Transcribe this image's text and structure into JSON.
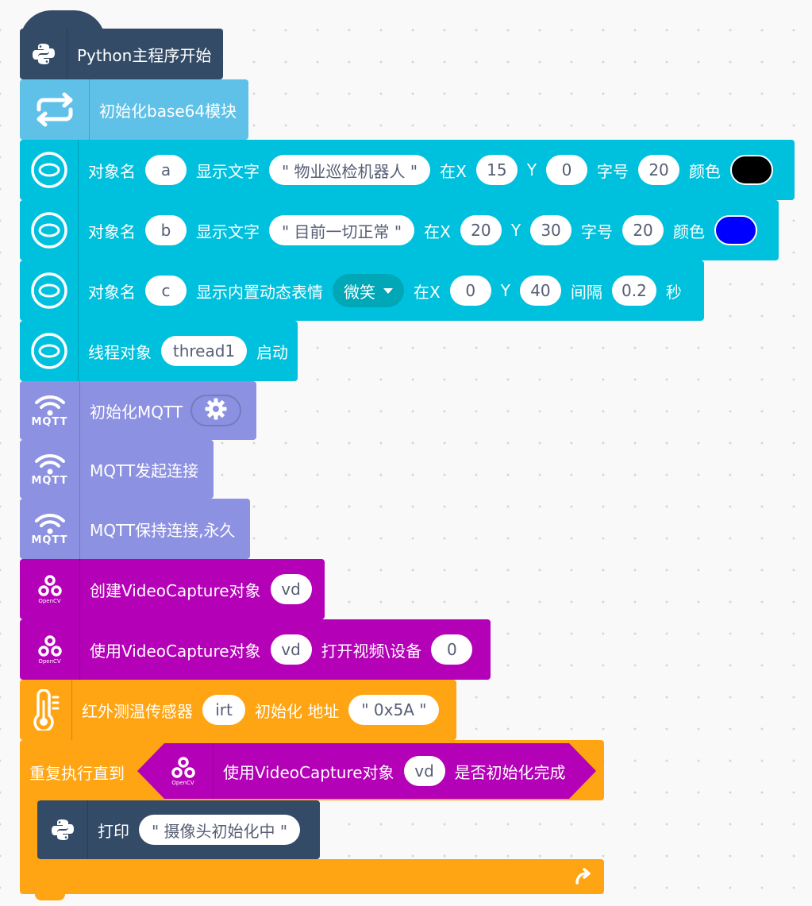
{
  "colors": {
    "python": "#334b66",
    "loop": "#5fc1e8",
    "display": "#00c1dd",
    "mqtt": "#8d91e1",
    "opencv": "#b400b6",
    "sensor": "#ffa412",
    "swatch_a": "#000000",
    "swatch_b": "#0000ff"
  },
  "blocks": {
    "start": {
      "label": "Python主程序开始"
    },
    "base64": {
      "label": "初始化base64模块"
    },
    "text_a": {
      "obj_label": "对象名",
      "obj": "a",
      "show_label": "显示文字",
      "text": "\" 物业巡检机器人 \"",
      "x_label": "在X",
      "x": "15",
      "y_label": "Y",
      "y": "0",
      "size_label": "字号",
      "size": "20",
      "color_label": "颜色"
    },
    "text_b": {
      "obj_label": "对象名",
      "obj": "b",
      "show_label": "显示文字",
      "text": "\" 目前一切正常 \"",
      "x_label": "在X",
      "x": "20",
      "y_label": "Y",
      "y": "30",
      "size_label": "字号",
      "size": "20",
      "color_label": "颜色"
    },
    "emoji_c": {
      "obj_label": "对象名",
      "obj": "c",
      "show_label": "显示内置动态表情",
      "emoji": "微笑",
      "x_label": "在X",
      "x": "0",
      "y_label": "Y",
      "y": "40",
      "interval_label": "间隔",
      "interval": "0.2",
      "unit": "秒"
    },
    "thread": {
      "label": "线程对象",
      "name": "thread1",
      "action": "启动"
    },
    "mqtt_init": {
      "label": "初始化MQTT",
      "icon_text": "MQTT"
    },
    "mqtt_connect": {
      "label": "MQTT发起连接",
      "icon_text": "MQTT"
    },
    "mqtt_keep": {
      "label": "MQTT保持连接,永久",
      "icon_text": "MQTT"
    },
    "vc_create": {
      "label": "创建VideoCapture对象",
      "var": "vd",
      "icon_text": "OpenCV"
    },
    "vc_open": {
      "label": "使用VideoCapture对象",
      "var": "vd",
      "open_label": "打开视频\\设备",
      "device": "0",
      "icon_text": "OpenCV"
    },
    "ir": {
      "label": "红外测温传感器",
      "var": "irt",
      "init_label": "初始化 地址",
      "addr": "\" 0x5A \""
    },
    "repeat": {
      "label": "重复执行直到",
      "cond_label": "使用VideoCapture对象",
      "var": "vd",
      "cond_suffix": "是否初始化完成",
      "icon_text": "OpenCV"
    },
    "print": {
      "label": "打印",
      "text": "\" 摄像头初始化中 \""
    }
  }
}
